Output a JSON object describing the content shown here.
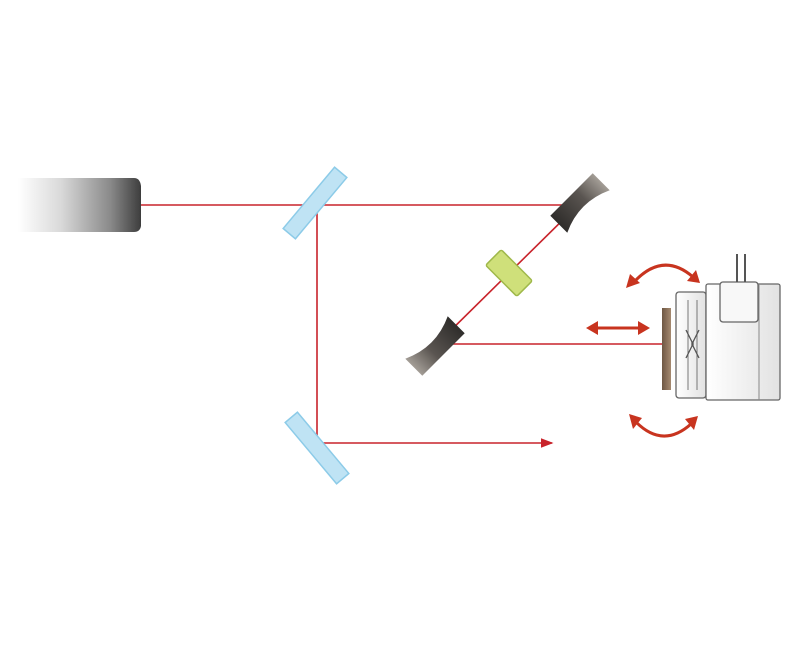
{
  "diagram": {
    "type": "optical-setup",
    "labels": [],
    "colors": {
      "background": "#ffffff",
      "beam": "#c8232b",
      "motion_arrow": "#c8341f",
      "glass": "#bfe3f4",
      "glass_edge": "#8ccbe8",
      "crystal": "#cfe07a",
      "crystal_edge": "#9fb84a",
      "mirror_dark": "#3b3937",
      "mirror_light": "#8a857f",
      "housing": "#f2f2f2",
      "housing_edge": "#666666",
      "sample": "#8a6e55"
    },
    "components": [
      {
        "id": "laser-source",
        "kind": "laser"
      },
      {
        "id": "beam-splitter-top",
        "kind": "beam-splitter"
      },
      {
        "id": "beam-splitter-bottom",
        "kind": "beam-splitter"
      },
      {
        "id": "curved-mirror-right",
        "kind": "curved-mirror"
      },
      {
        "id": "curved-mirror-left",
        "kind": "curved-mirror"
      },
      {
        "id": "crystal",
        "kind": "nonlinear-crystal"
      },
      {
        "id": "sample-holder",
        "kind": "sample-mount"
      },
      {
        "id": "rotation-arrow-top",
        "kind": "motion-indicator",
        "motion": "rotation"
      },
      {
        "id": "translation-arrow",
        "kind": "motion-indicator",
        "motion": "translation"
      },
      {
        "id": "rotation-arrow-bottom",
        "kind": "motion-indicator",
        "motion": "rotation"
      }
    ]
  }
}
